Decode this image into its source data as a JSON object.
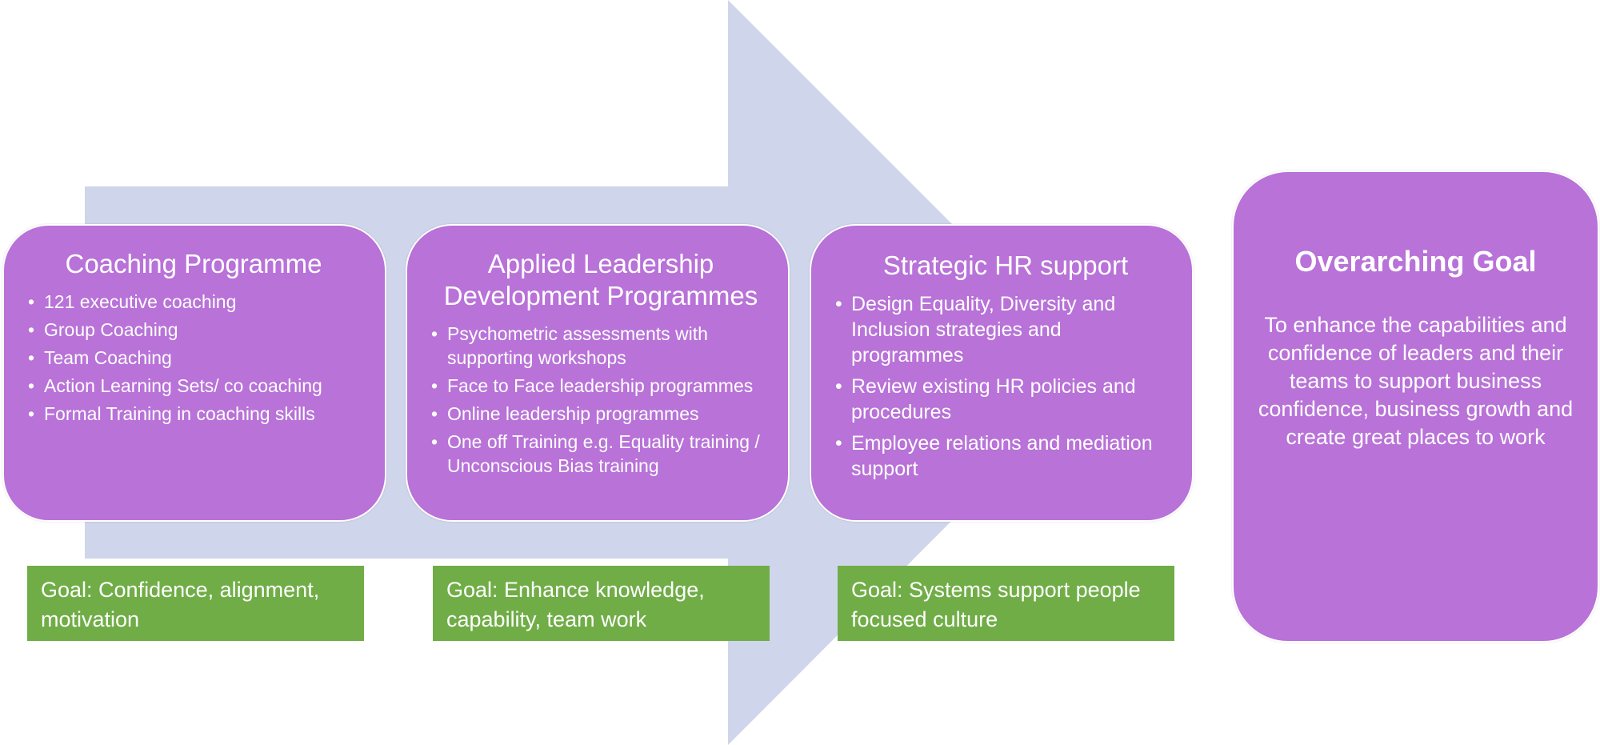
{
  "colors": {
    "arrow": "#cfd5ea",
    "card": "#b872d8",
    "goal": "#70ad47",
    "text": "#ffffff"
  },
  "cards": [
    {
      "title": "Coaching Programme",
      "items": [
        "121 executive coaching",
        "Group Coaching",
        "Team Coaching",
        "Action Learning Sets/ co coaching",
        "Formal Training in coaching skills"
      ]
    },
    {
      "title": "Applied Leadership Development Programmes",
      "items": [
        "Psychometric assessments with supporting workshops",
        "Face to Face leadership programmes",
        "Online leadership programmes",
        "One off Training e.g. Equality training / Unconscious Bias training"
      ]
    },
    {
      "title": "Strategic HR support",
      "items": [
        "Design Equality, Diversity and Inclusion strategies and programmes",
        "Review existing HR policies and procedures",
        "Employee relations and mediation support"
      ]
    }
  ],
  "overarching": {
    "title": "Overarching Goal",
    "text": "To enhance the capabilities and confidence of leaders and their teams to support business confidence, business growth and create great places to work"
  },
  "goals": [
    "Goal: Confidence, alignment, motivation",
    "Goal: Enhance knowledge, capability, team work",
    "Goal: Systems support people focused culture"
  ]
}
